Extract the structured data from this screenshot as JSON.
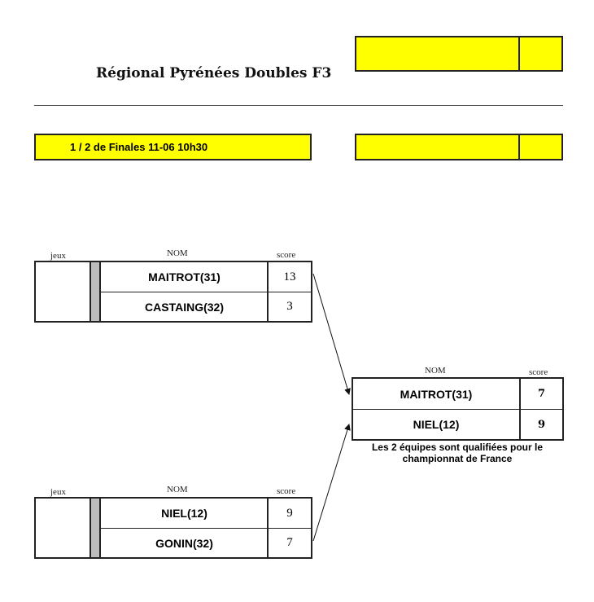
{
  "title": "Régional Pyrénées Doubles F3",
  "round": "1 / 2 de Finales 11-06 10h30",
  "headers": {
    "jeux": "jeux",
    "nom": "NOM",
    "score": "score"
  },
  "matches": [
    {
      "teams": [
        {
          "name": "MAITROT(31)",
          "score": "13"
        },
        {
          "name": "CASTAING(32)",
          "score": "3"
        }
      ]
    },
    {
      "teams": [
        {
          "name": "NIEL(12)",
          "score": "9"
        },
        {
          "name": "GONIN(32)",
          "score": "7"
        }
      ]
    }
  ],
  "final": {
    "teams": [
      {
        "name": "MAITROT(31)",
        "score": "7"
      },
      {
        "name": "NIEL(12)",
        "score": "9"
      }
    ],
    "note": "Les 2 équipes sont qualifiées pour le championnat de France"
  },
  "colors": {
    "highlight": "#ffff00",
    "strip": "#bdbdbd"
  }
}
